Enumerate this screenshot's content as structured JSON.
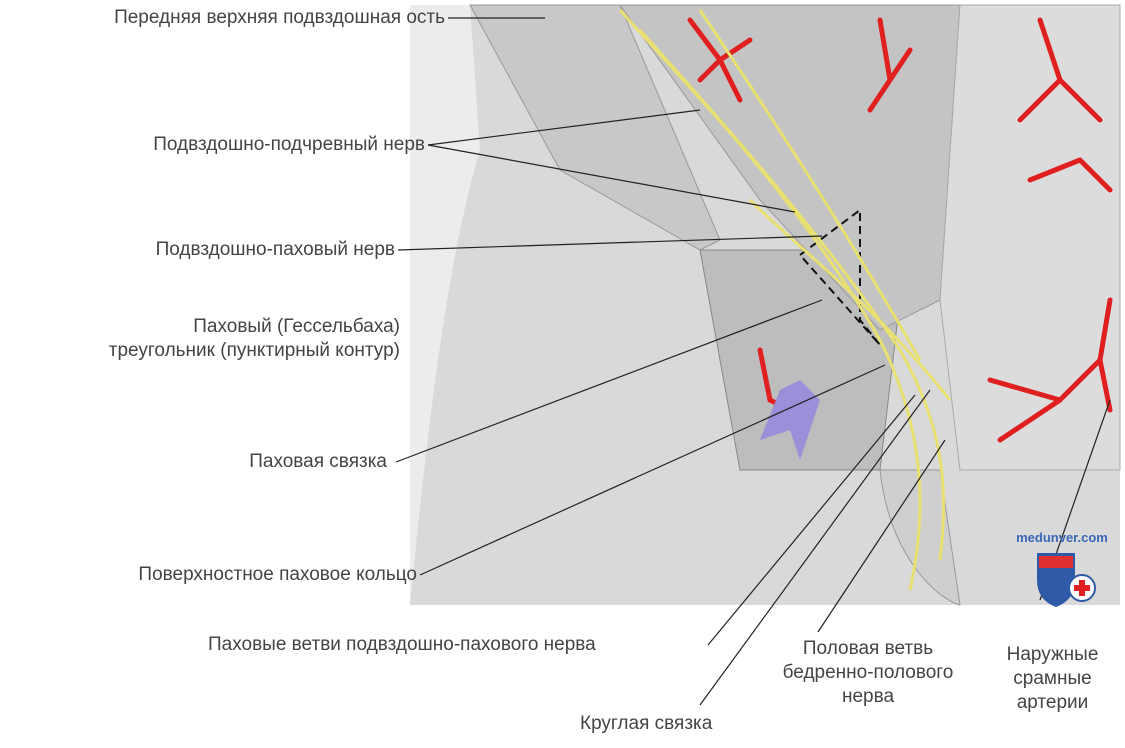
{
  "labels": {
    "asis": "Передняя верхняя подвздошная ость",
    "iliohypogastric": "Подвздошно-подчревный нерв",
    "ilioinguinal": "Подвздошно-паховый нерв",
    "triangle_line1": "Паховый (Гессельбаха)",
    "triangle_line2": "треугольник (пунктирный контур)",
    "inguinal_ligament": "Паховая связка",
    "superficial_ring": "Поверхностное паховое кольцо",
    "inguinal_branches": "Паховые ветви подвздошно-пахового нерва",
    "round_ligament": "Круглая связка",
    "genital_line1": "Половая ветвь",
    "genital_line2": "бедренно-полового",
    "genital_line3": "нерва",
    "pudendal_line1": "Наружные",
    "pudendal_line2": "срамные",
    "pudendal_line3": "артерии"
  },
  "watermark": "medunver.com",
  "colors": {
    "artery": "#e02020",
    "nerve": "#e8e070",
    "vein": "#9a8fd8",
    "text": "#444444"
  }
}
